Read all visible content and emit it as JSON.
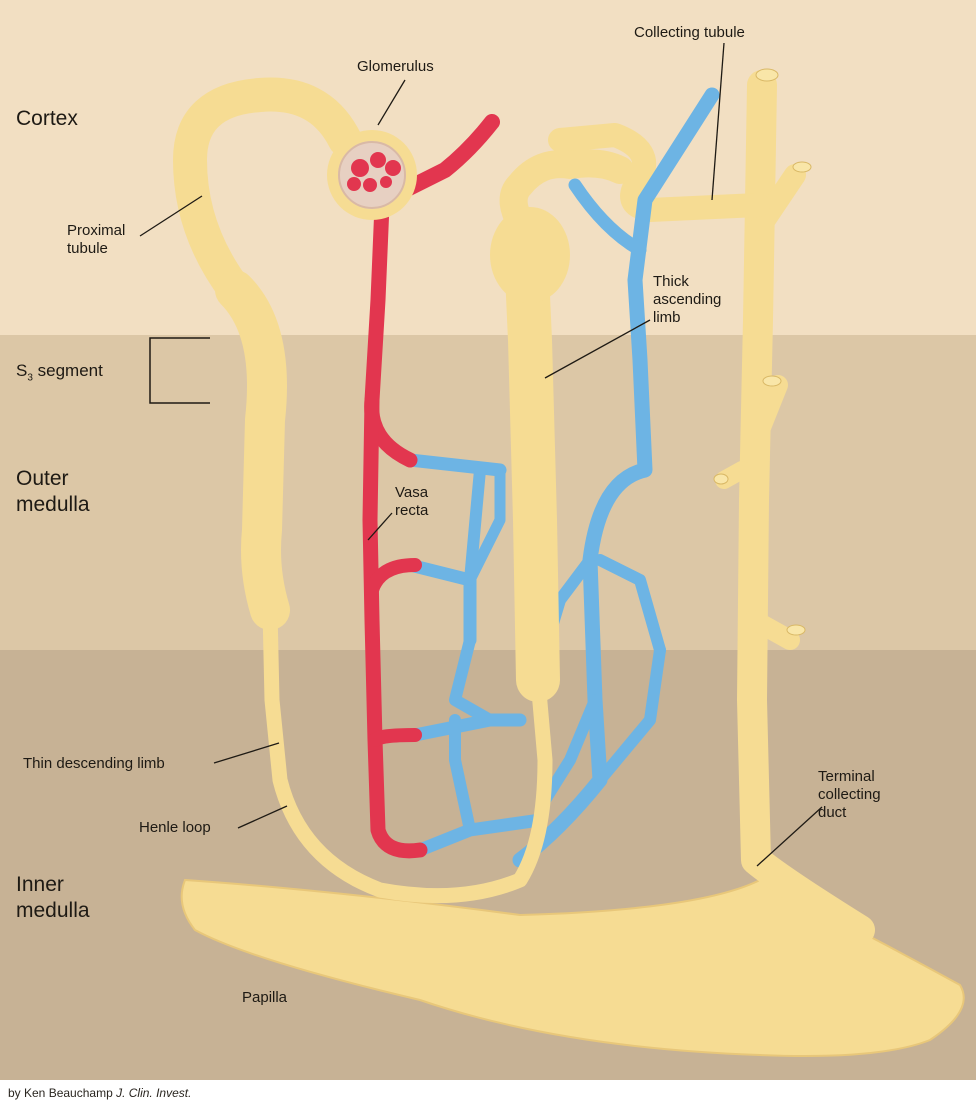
{
  "zones": {
    "cortex": "Cortex",
    "s3_prefix": "S",
    "s3_sub": "3",
    "s3_suffix": " segment",
    "outer_medulla": "Outer\nmedulla",
    "inner_medulla": "Inner\nmedulla"
  },
  "labels": {
    "glomerulus": "Glomerulus",
    "collecting_tubule": "Collecting tubule",
    "proximal_tubule": "Proximal\ntubule",
    "thick_ascending_limb": "Thick\nascending\nlimb",
    "vasa_recta": "Vasa\nrecta",
    "thin_descending_limb": "Thin descending limb",
    "henle_loop": "Henle loop",
    "terminal_collecting_duct": "Terminal\ncollecting\nduct",
    "papilla": "Papilla"
  },
  "credit": {
    "author": "by Ken Beauchamp ",
    "journal": "J. Clin. Invest."
  },
  "colors": {
    "cortex_band": "#f2dfc2",
    "outer_medulla_band": "#dcc7a6",
    "inner_medulla_band": "#c7b295",
    "tubule": "#f6dc93",
    "artery": "#e2364f",
    "vein": "#6db4e4",
    "glomerulus_capsule": "#e7d0c2"
  }
}
